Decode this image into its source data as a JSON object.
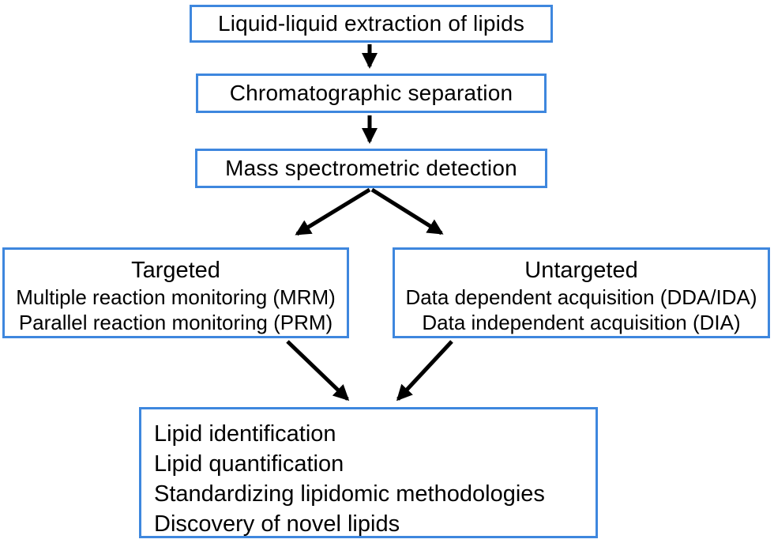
{
  "colors": {
    "box_border": "#3e87de",
    "arrow": "#000000",
    "text": "#000000",
    "background": "#ffffff"
  },
  "flowchart": {
    "steps": [
      {
        "label": "Liquid-liquid extraction of lipids"
      },
      {
        "label": "Chromatographic separation"
      },
      {
        "label": "Mass spectrometric detection"
      }
    ],
    "branches": {
      "targeted": {
        "title": "Targeted",
        "lines": [
          "Multiple reaction monitoring (MRM)",
          "Parallel reaction monitoring (PRM)"
        ]
      },
      "untargeted": {
        "title": "Untargeted",
        "lines": [
          "Data dependent acquisition (DDA/IDA)",
          "Data independent acquisition (DIA)"
        ]
      }
    },
    "outcomes": {
      "lines": [
        "Lipid identification",
        "Lipid quantification",
        "Standardizing lipidomic methodologies",
        "Discovery of novel lipids"
      ]
    }
  }
}
